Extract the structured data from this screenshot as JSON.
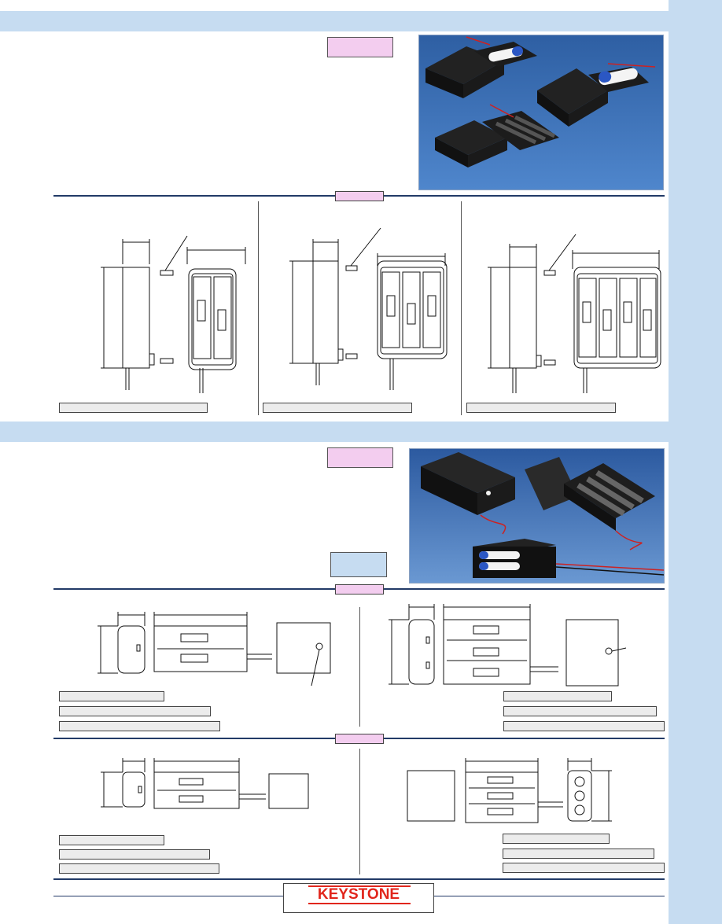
{
  "brand": {
    "logo_text": "KEYSTONE",
    "logo_color": "#e1261c"
  },
  "colors": {
    "band": "#c6dcf1",
    "pink_tag": "#f3cdef",
    "rule": "#223a67",
    "caption_bg": "#ececec"
  },
  "section1": {
    "photo_alt_icon": "battery-holder-enclosure-photo",
    "drawings": [
      "2-cell-enclosure-drawing",
      "3-cell-enclosure-drawing",
      "4-cell-enclosure-drawing"
    ]
  },
  "section2": {
    "photo_alt_icon": "battery-holder-cover-photo",
    "drawings": [
      "2-cell-holder-with-cover-drawing",
      "3-cell-holder-with-cover-drawing",
      "2-cell-holder-slide-cover-drawing",
      "3-cell-holder-stacked-drawing"
    ]
  }
}
